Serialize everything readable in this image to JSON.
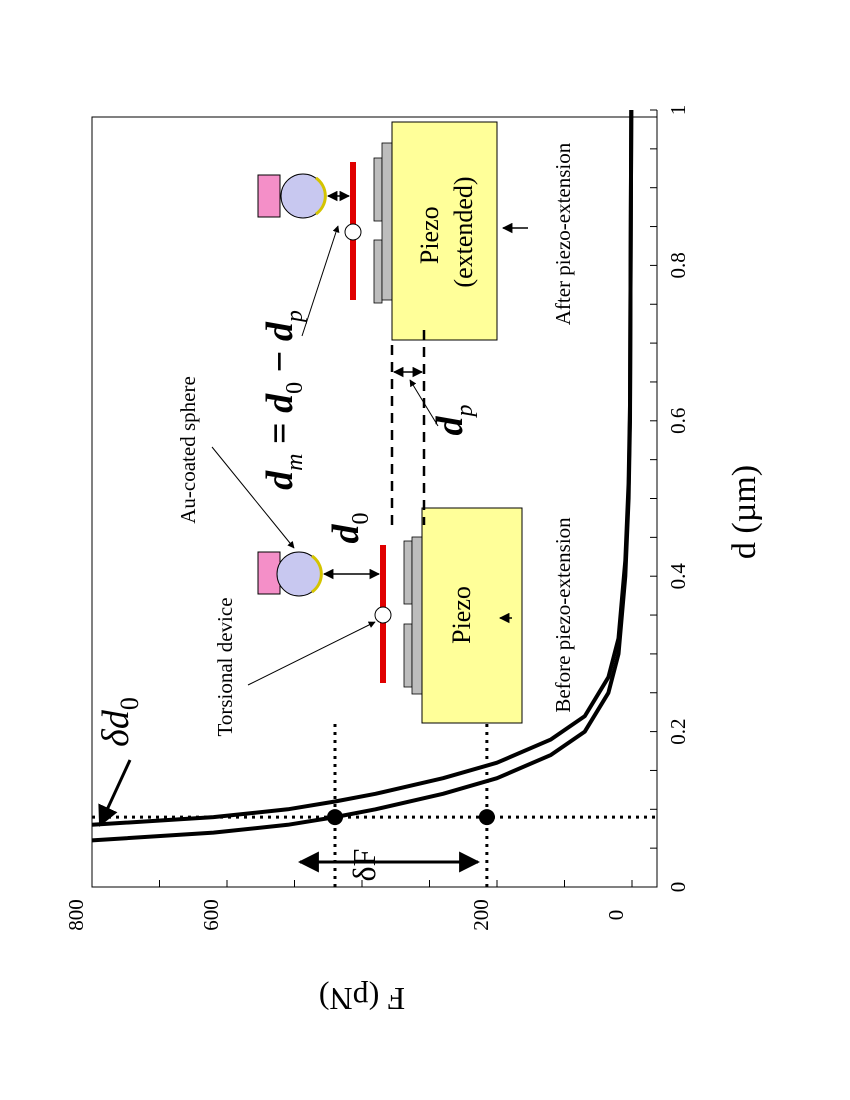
{
  "chart_data": {
    "type": "line",
    "orientation": "rotated-90-clockwise",
    "xlabel": "d (µm)",
    "ylabel": "F (pN)",
    "xlim": [
      0,
      1
    ],
    "ylim": [
      0,
      800
    ],
    "x_ticks": [
      "0",
      "0.2",
      "0.4",
      "0.6",
      "0.8",
      "1"
    ],
    "y_ticks": [
      "0",
      "200",
      "600",
      "800"
    ],
    "grid": false,
    "legend": "none",
    "series": [
      {
        "x": [
          0.06,
          0.07,
          0.08,
          0.09,
          0.1,
          0.12,
          0.14,
          0.17,
          0.2,
          0.25,
          0.3,
          0.4,
          0.5,
          0.6,
          0.8,
          1.0
        ],
        "y": [
          800,
          620,
          510,
          440,
          380,
          280,
          200,
          120,
          70,
          35,
          20,
          10,
          5,
          3,
          2,
          1
        ]
      },
      {
        "x": [
          0.08,
          0.09,
          0.1,
          0.11,
          0.12,
          0.14,
          0.16,
          0.19,
          0.22,
          0.27,
          0.32,
          0.42,
          0.52,
          0.62,
          0.8,
          1.0
        ],
        "y": [
          800,
          620,
          510,
          440,
          380,
          280,
          200,
          120,
          70,
          35,
          20,
          10,
          5,
          3,
          2,
          1
        ]
      }
    ],
    "markers": [
      {
        "x": 0.09,
        "y": 440
      },
      {
        "x": 0.09,
        "y": 215
      }
    ],
    "reference_lines": {
      "x": [
        0.09
      ],
      "y": [
        440,
        215
      ]
    },
    "annotations": {
      "delta_d0": "δd",
      "delta_d0_sub": "0",
      "delta_f": "δF"
    }
  },
  "inset": {
    "torsional_label": "Torsional device",
    "sphere_label": "Au-coated sphere",
    "d0_main": "d",
    "d0_sub": "0",
    "equation": {
      "dm": "d",
      "dm_sub": "m",
      "eq": " = ",
      "d0": "d",
      "d0_sub": "0",
      "minus": " − ",
      "dp": "d",
      "dp_sub": "p"
    },
    "dp_main": "d",
    "dp_sub": "p",
    "piezo_label": "Piezo",
    "piezo_ext_line1": "Piezo",
    "piezo_ext_line2": "(extended)",
    "before_caption": "Before piezo-extension",
    "after_caption": "After piezo-extension",
    "colors": {
      "piezo": "#ffff99",
      "block": "#f48fc8",
      "sphere": "#c8c8f0",
      "coating": "#d4c400",
      "plate": "#e00000",
      "substrate": "#bdbdbd"
    }
  }
}
